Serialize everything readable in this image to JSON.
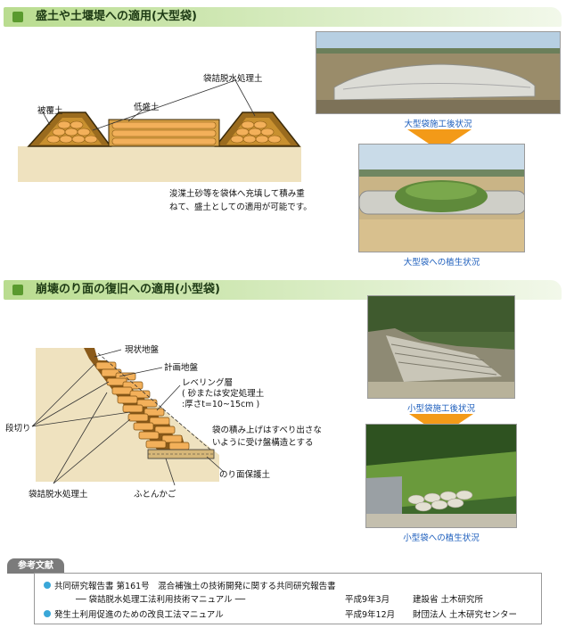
{
  "section1": {
    "title": "盛土や土堰堤への適用(大型袋)",
    "labels": {
      "hifukudo": "被覆土",
      "teimorido": "低盛土",
      "fukurozume": "袋詰脱水処理土"
    },
    "note_line1": "浚渫土砂等を袋体へ充填して積み重",
    "note_line2": "ねて、盛土としての適用が可能です。",
    "photo1_caption": "大型袋施工後状況",
    "photo2_caption": "大型袋への植生状況"
  },
  "section2": {
    "title": "崩壊のり面の復旧への適用(小型袋)",
    "labels": {
      "genjo": "現状地盤",
      "keikaku": "計画地盤",
      "leveling_1": "レベリング層",
      "leveling_2": "( 砂または安定処理土",
      "leveling_3": ":厚さt=10~15cm )",
      "stack_1": "袋の積み上げはすべり出さな",
      "stack_2": "いように受け盤構造とする",
      "dangiri": "段切り",
      "norimen": "のり面保護土",
      "fukurozume": "袋詰脱水処理土",
      "futonkago": "ふとんかご"
    },
    "photo1_caption": "小型袋施工後状況",
    "photo2_caption": "小型袋への植生状況"
  },
  "references": {
    "tab": "参考文献",
    "ref1_title": "共同研究報告書 第161号　混合補強土の技術開発に関する共同研究報告書",
    "ref1_sub": "── 袋詰脱水処理工法利用技術マニュアル ──",
    "ref1_date": "平成9年3月",
    "ref1_org": "建設省 土木研究所",
    "ref2_title": "発生土利用促進のための改良工法マニュアル",
    "ref2_date": "平成9年12月",
    "ref2_org": "財団法人 土木研究センター"
  },
  "colors": {
    "header_green": "#b9dc8f",
    "caption_blue": "#1e5fbd",
    "arrow_orange": "#f39a18",
    "bag_orange": "#f3b05a",
    "ground_tan": "#efe2bf"
  },
  "icons": [
    "section-marker-icon",
    "down-arrow-icon",
    "bullet-icon"
  ]
}
